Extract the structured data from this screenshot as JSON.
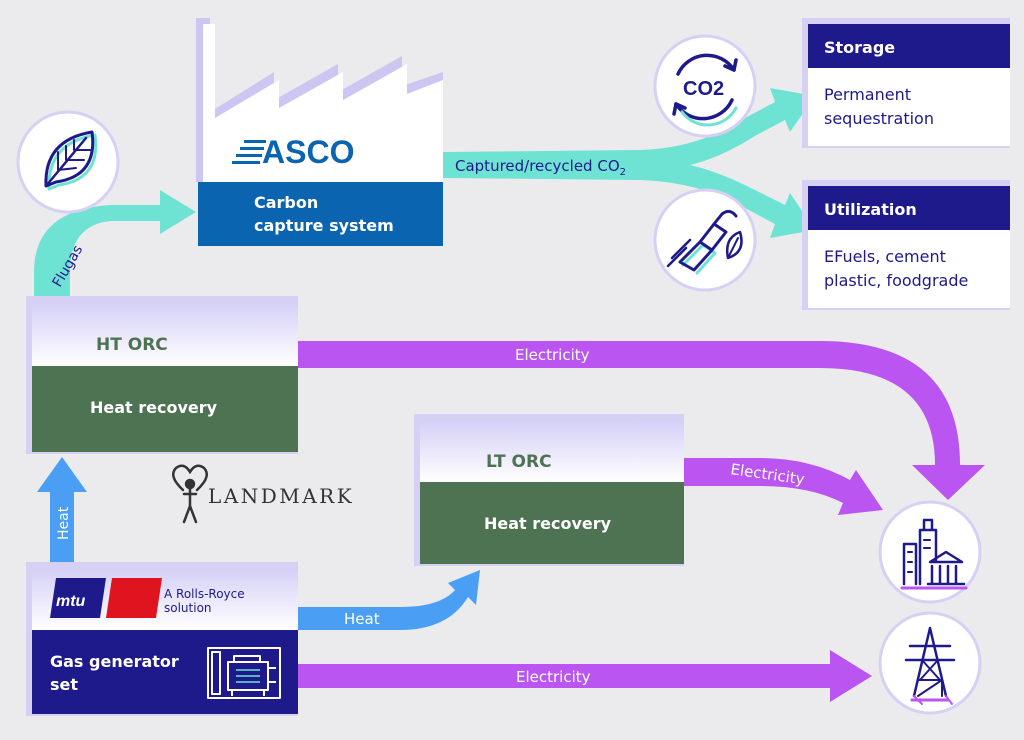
{
  "asco": {
    "logo_text": "ASCO",
    "title": "Carbon capture system"
  },
  "flows": {
    "flugas": "Flugas",
    "captured_prefix": "Captured/recycled CO",
    "captured_sub": "2",
    "heat_vertical": "Heat",
    "heat_lt": "Heat",
    "electricity_ht": "Electricity",
    "electricity_lt": "Electricity",
    "electricity_gen": "Electricity"
  },
  "storage": {
    "header": "Storage",
    "body": "Permanent sequestration"
  },
  "utilization": {
    "header": "Utilization",
    "body_line1": "EFuels, cement",
    "body_line2": "plastic, foodgrade"
  },
  "ht_orc": {
    "title": "HT ORC",
    "label": "Heat recovery"
  },
  "lt_orc": {
    "title": "LT ORC",
    "label": "Heat recovery"
  },
  "landmark": {
    "text": "LANDMARK"
  },
  "mtu": {
    "logo_text": "mtu",
    "tagline_line1": "A Rolls-Royce",
    "tagline_line2": "solution",
    "title_line1": "Gas generator",
    "title_line2": "set"
  },
  "icons": {
    "co2_label": "CO2"
  },
  "colors": {
    "navy": "#1f1a8c",
    "asco_blue": "#0b64b0",
    "green": "#4e7353",
    "purple": "#bb55f2",
    "teal": "#6fe3d3",
    "heat_blue": "#4a9ff5",
    "shadow": "#d6d0f5"
  }
}
